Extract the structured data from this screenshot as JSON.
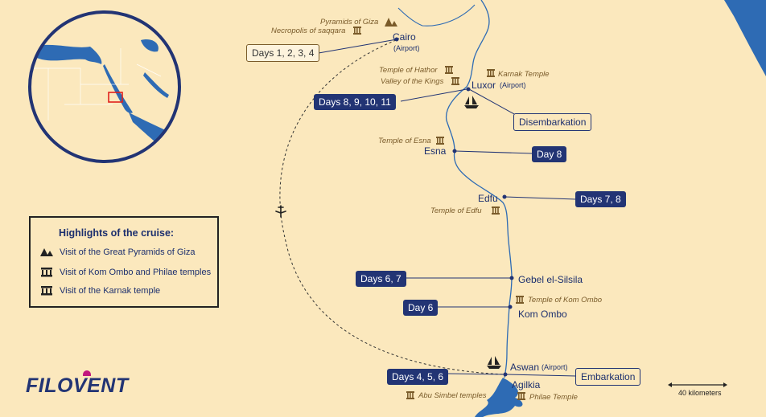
{
  "map": {
    "cities": {
      "cairo": "Cairo",
      "cairo_airport": "(Airport)",
      "luxor": "Luxor",
      "luxor_airport": "(Airport)",
      "esna": "Esna",
      "edfu": "Edfu",
      "gebel": "Gebel el-Silsila",
      "kom_ombo": "Kom Ombo",
      "aswan": "Aswan",
      "aswan_airport": "(Airport)",
      "agilkia": "Agilkia"
    },
    "sites": {
      "pyramids": "Pyramids of Giza",
      "saqqara": "Necropolis of saqqara",
      "hathor": "Temple of Hathor",
      "kings": "Valley of the Kings",
      "karnak": "Karnak Temple",
      "esna_temple": "Temple of Esna",
      "edfu_temple": "Temple of Edfu",
      "kom_ombo_temple": "Temple of Kom Ombo",
      "abu_simbel": "Abu Simbel temples",
      "philae": "Philae Temple"
    },
    "days": {
      "cairo": "Days 1, 2, 3, 4",
      "luxor": "Days 8, 9, 10, 11",
      "esna": "Day 8",
      "edfu": "Days 7, 8",
      "gebel": "Days 6, 7",
      "kom_ombo": "Day 6",
      "aswan": "Days 4, 5, 6"
    },
    "events": {
      "disembarkation": "Disembarkation",
      "embarkation": "Embarkation"
    },
    "scale": "40 kilometers"
  },
  "legend": {
    "title": "Highlights of the cruise:",
    "items": [
      "Visit of the Great Pyramids of Giza",
      "Visit of Kom Ombo and Philae temples",
      "Visit of the Karnak temple"
    ]
  },
  "brand": {
    "logo": "FILOVENT"
  },
  "colors": {
    "land": "#fbe8bd",
    "water": "#2e6bb4",
    "navy": "#223474",
    "site_brown": "#7a5b2a",
    "logo_accent": "#c2187e"
  }
}
